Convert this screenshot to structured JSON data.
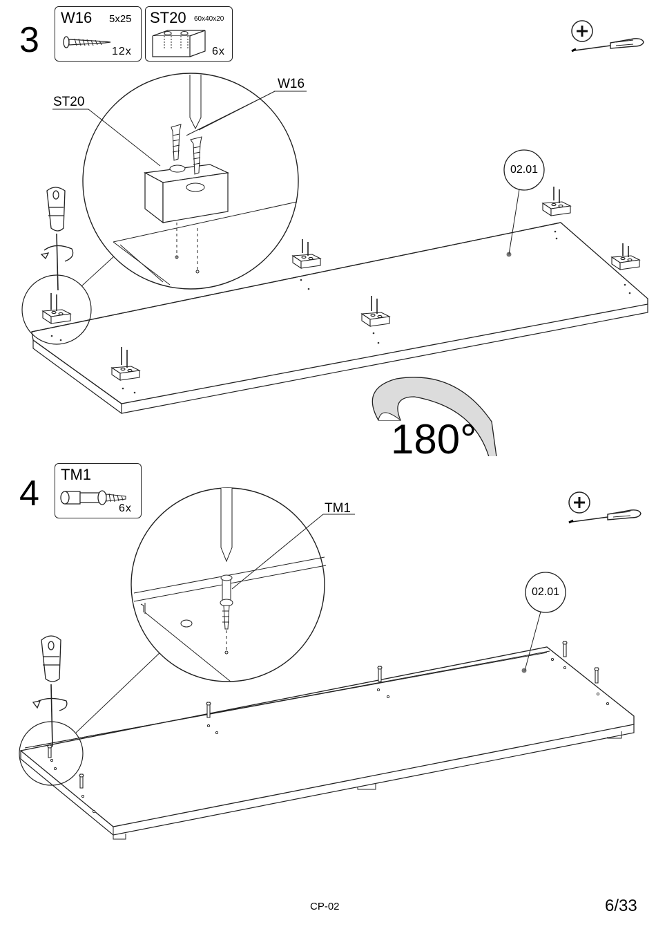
{
  "step3": {
    "number": "3",
    "parts": [
      {
        "code": "W16",
        "dimension": "5x25",
        "quantity": "12x",
        "icon": "wood-screw-icon"
      },
      {
        "code": "ST20",
        "dimension": "60x40x20",
        "quantity": "6x",
        "icon": "wooden-block-icon"
      }
    ],
    "tool": "phillips-screwdriver-icon",
    "callouts": {
      "block": "ST20",
      "screw": "W16"
    },
    "panel_ref": "02.01"
  },
  "rotation": {
    "label": "180°",
    "icon": "rotate-arrow-icon"
  },
  "step4": {
    "number": "4",
    "parts": [
      {
        "code": "TM1",
        "quantity": "6x",
        "icon": "cam-dowel-icon"
      }
    ],
    "tool": "phillips-screwdriver-icon",
    "callouts": {
      "dowel": "TM1"
    },
    "panel_ref": "02.01"
  },
  "footer": {
    "product_code": "CP-02",
    "page": "6/33"
  }
}
